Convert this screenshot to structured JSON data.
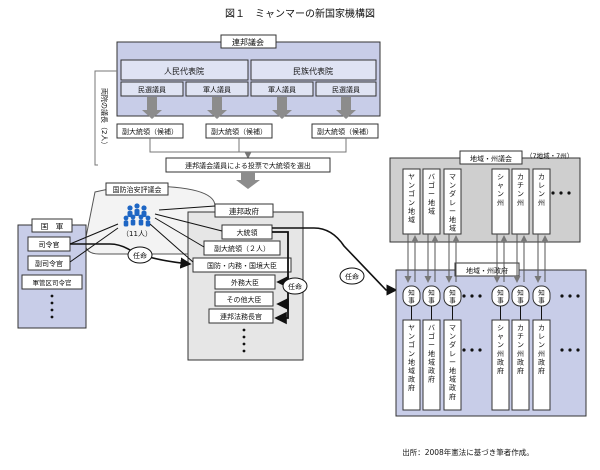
{
  "title": "図１　ミャンマーの新国家機構図",
  "source_note": "出所：2008年憲法に基づき筆者作成。",
  "legislature": {
    "name": "連邦議会",
    "lower_house": "人民代表院",
    "upper_house": "民族代表院",
    "elected": "民選議員",
    "military": "軍人議員"
  },
  "speaker_note": "両院の議長（2人）",
  "vp_candidate": "副大統領（候補）",
  "election_label": "連邦議会議員による投票で大統領を選出",
  "nsc": {
    "name": "国防治安評議会",
    "members": "（11人）"
  },
  "military": {
    "name": "国　軍",
    "commander": "司令官",
    "deputy": "副司令官",
    "regional": "軍管区司令官"
  },
  "appoint": "任命",
  "union_gov": {
    "name": "連邦政府",
    "president": "大統領",
    "vice_presidents": "副大統領（２人）",
    "ministers_border": "国防・内務・国境大臣",
    "foreign": "外務大臣",
    "other": "その他大臣",
    "attorney": "連邦法務長官"
  },
  "regions": {
    "assembly_label": "地域・州議会",
    "count_note": "（7地域・7州）",
    "gov_label": "地域・州政府",
    "governor": "知事",
    "assemblies": [
      "ヤンゴン地域",
      "バゴー地域",
      "マンダレー地域",
      "シャン州",
      "カチン州",
      "カレン州"
    ],
    "governments": [
      "ヤンゴン地域政府",
      "バゴー地域政府",
      "マンダレー地域政府",
      "シャン州政府",
      "カチン州政府",
      "カレン州政府"
    ]
  },
  "more": "・・・",
  "icons": [
    "people-group-icon",
    "vertical-ellipsis-icon",
    "horizontal-ellipsis-icon"
  ]
}
